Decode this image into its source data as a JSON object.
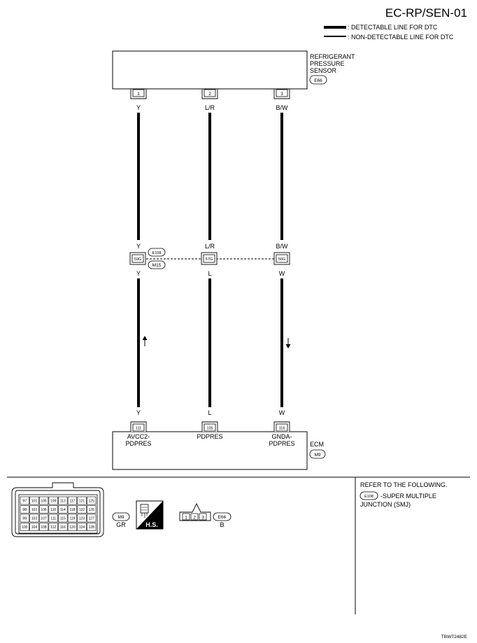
{
  "page_title": "EC-RP/SEN-01",
  "legend": {
    "detectable": ": DETECTABLE LINE FOR DTC",
    "non_detectable": ": NON-DETECTABLE LINE FOR DTC"
  },
  "sensor": {
    "name_lines": [
      "REFRIGERANT",
      "PRESSURE",
      "SENSOR"
    ],
    "connector": "E66",
    "pins": [
      "1",
      "2",
      "3"
    ],
    "wire_colors": [
      "Y",
      "L/R",
      "B/W"
    ]
  },
  "junction": {
    "connector_top": "E108",
    "connector_bottom": "M15",
    "pins": [
      "59G",
      "57G",
      "56G"
    ],
    "colors_above": [
      "Y",
      "L/R",
      "B/W"
    ],
    "colors_below": [
      "Y",
      "L",
      "W"
    ]
  },
  "ecm": {
    "name": "ECM",
    "connector": "M9",
    "pins": [
      "111",
      "105",
      "116"
    ],
    "colors": [
      "Y",
      "L",
      "W"
    ],
    "signals": [
      [
        "AVCC2-",
        "PDPRES"
      ],
      [
        "PDPRES"
      ],
      [
        "GNDA-",
        "PDPRES"
      ]
    ]
  },
  "connector_views": {
    "m9": {
      "label": "M9",
      "color": "GR",
      "grid": [
        [
          "97",
          "101",
          "105",
          "109",
          "113",
          "117",
          "121",
          "125"
        ],
        [
          "98",
          "102",
          "106",
          "110",
          "114",
          "118",
          "122",
          "126"
        ],
        [
          "99",
          "103",
          "107",
          "111",
          "115",
          "119",
          "123",
          "127"
        ],
        [
          "100",
          "104",
          "108",
          "112",
          "116",
          "120",
          "124",
          "128"
        ]
      ]
    },
    "hs_label": "H.S.",
    "e66": {
      "label": "E66",
      "color": "B",
      "pins": [
        "1",
        "2",
        "3"
      ]
    }
  },
  "refer": {
    "heading": "REFER TO THE FOLLOWING.",
    "connector": "E108",
    "text_lines": [
      "-SUPER MULTIPLE",
      "JUNCTION (SMJ)"
    ]
  },
  "figure_code": "TBWT2482E"
}
